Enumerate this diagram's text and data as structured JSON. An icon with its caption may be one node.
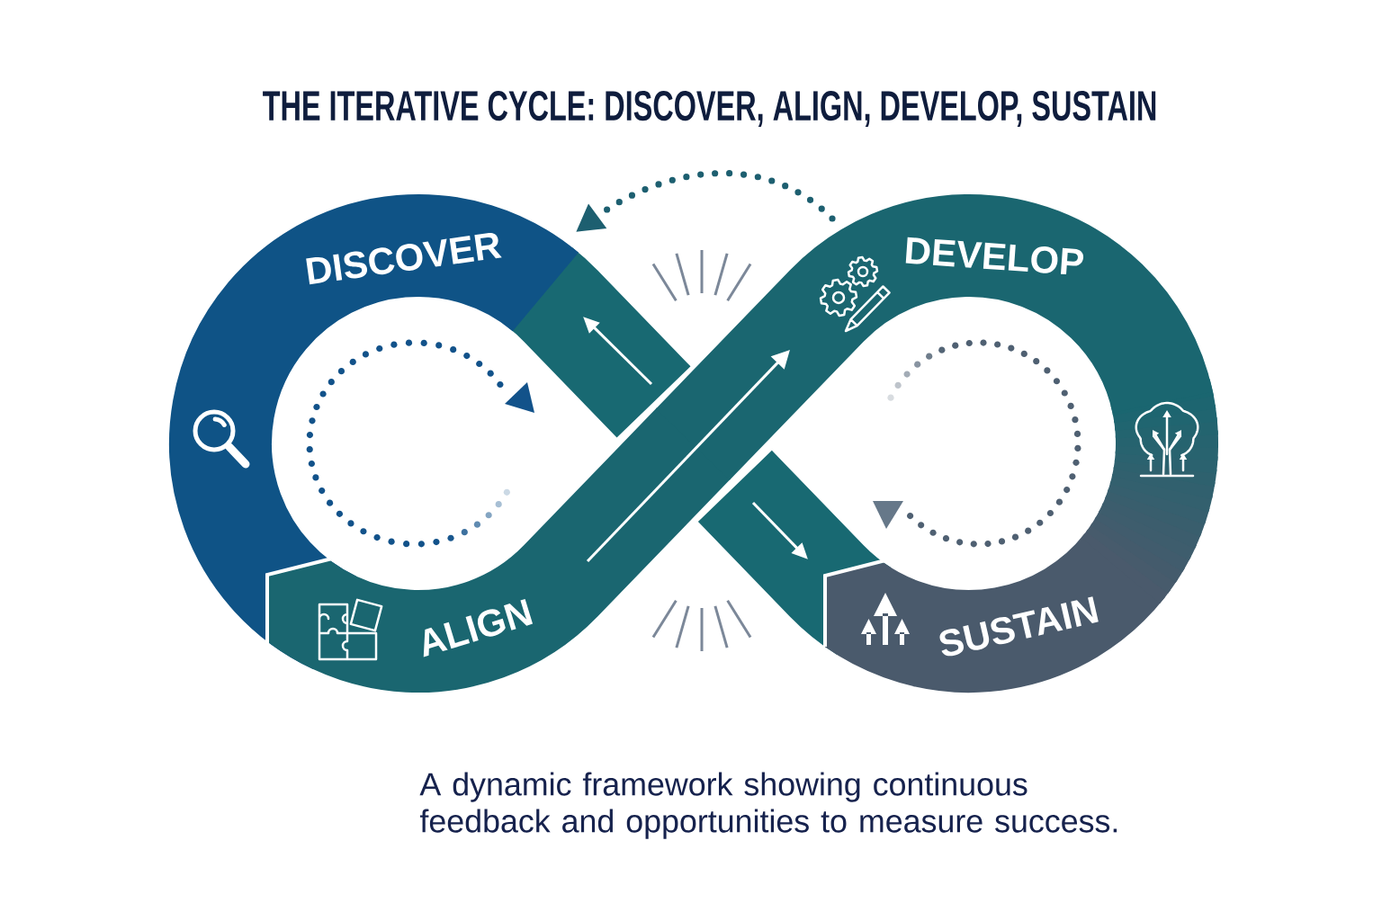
{
  "diagram": {
    "title": "THE ITERATIVE CYCLE: DISCOVER, ALIGN, DEVELOP, SUSTAIN",
    "caption": "A dynamic framework showing continuous feedback and opportunities to measure success.",
    "nodes": [
      {
        "text": [
          "DISCOVER"
        ]
      },
      {
        "text": [
          "DEVELOP"
        ]
      },
      {
        "text": [
          "ALIGN"
        ]
      },
      {
        "text": [
          "SUSTAIN"
        ]
      },
      {
        "text": [],
        "shape": "band"
      },
      {
        "text": [],
        "shape": "band"
      }
    ],
    "edges": [
      {
        "from": 1,
        "to": 0,
        "arrow": "to",
        "style": "dashed",
        "color": "#1d5f70"
      },
      {
        "from": 2,
        "to": 1,
        "arrow": "to",
        "color": "#ffffff"
      }
    ]
  }
}
